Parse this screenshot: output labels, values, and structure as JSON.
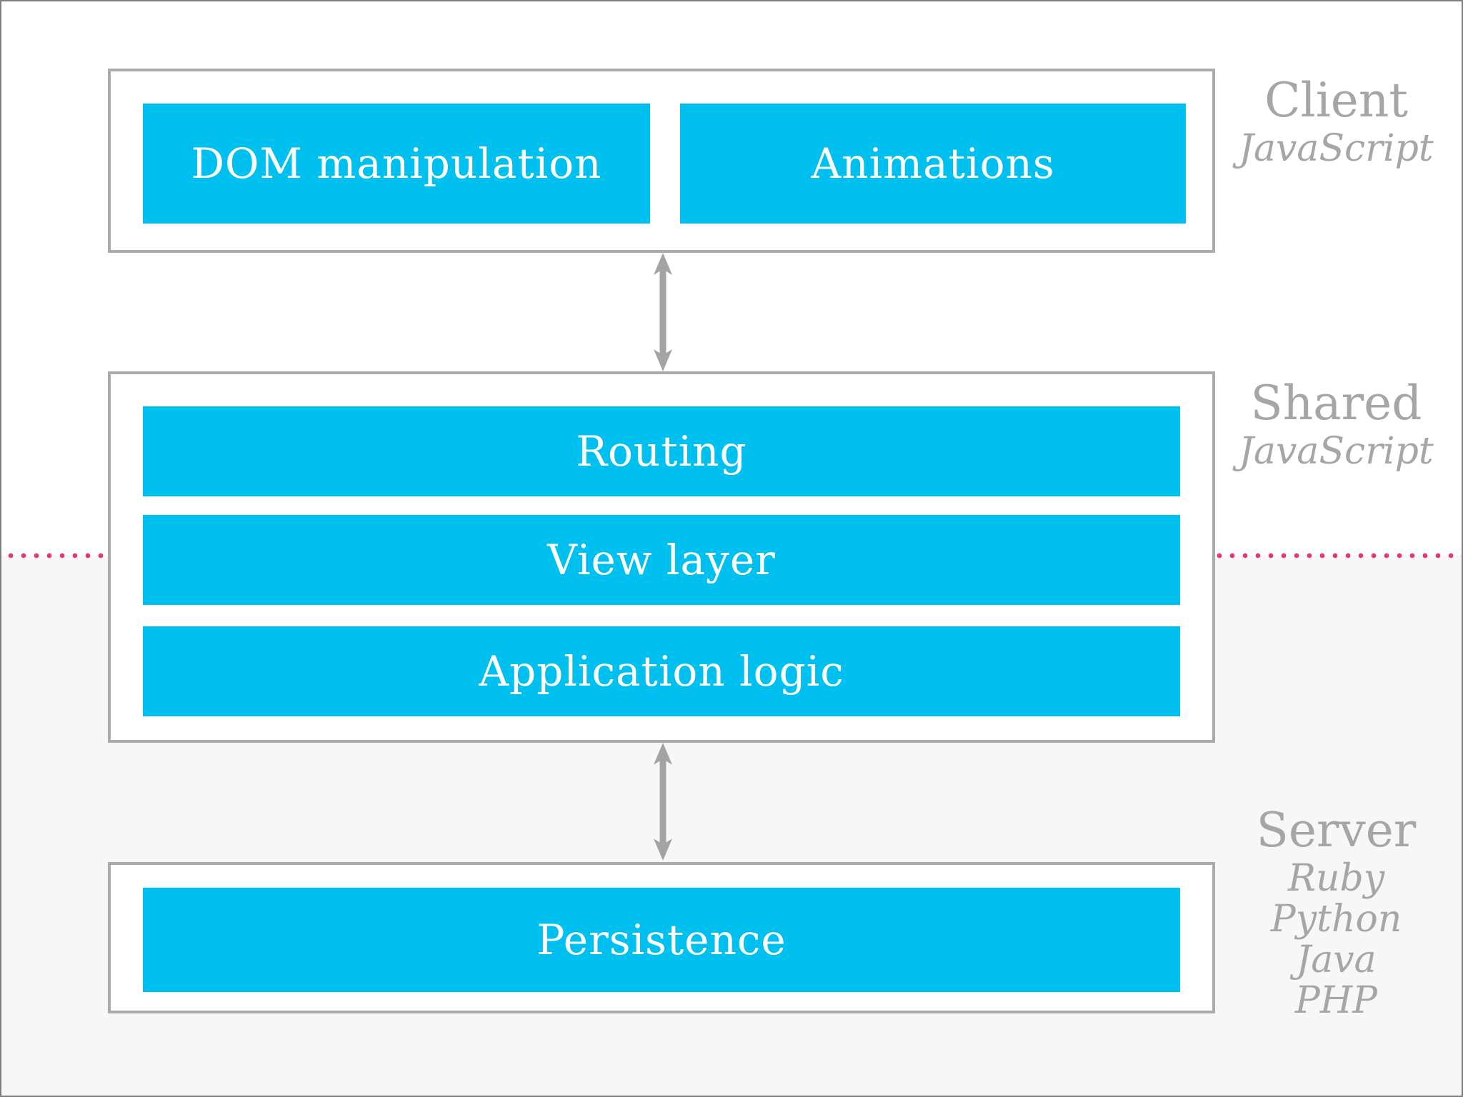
{
  "sections": {
    "client": {
      "label": "Client",
      "tech": [
        "JavaScript"
      ],
      "boxes": [
        "DOM manipulation",
        "Animations"
      ]
    },
    "shared": {
      "label": "Shared",
      "tech": [
        "JavaScript"
      ],
      "boxes": [
        "Routing",
        "View layer",
        "Application logic"
      ]
    },
    "server": {
      "label": "Server",
      "tech": [
        "Ruby",
        "Python",
        "Java",
        "PHP"
      ],
      "boxes": [
        "Persistence"
      ]
    }
  },
  "colors": {
    "accent_cyan": "#00c0f0",
    "box_border_gray": "#ababab",
    "label_gray": "#a6a6a6",
    "arrow_gray": "#a4a4a4",
    "dot_pink": "#e23a67",
    "page_border_gray": "#7e7e7e",
    "lower_bg": "#f8f7f8"
  }
}
